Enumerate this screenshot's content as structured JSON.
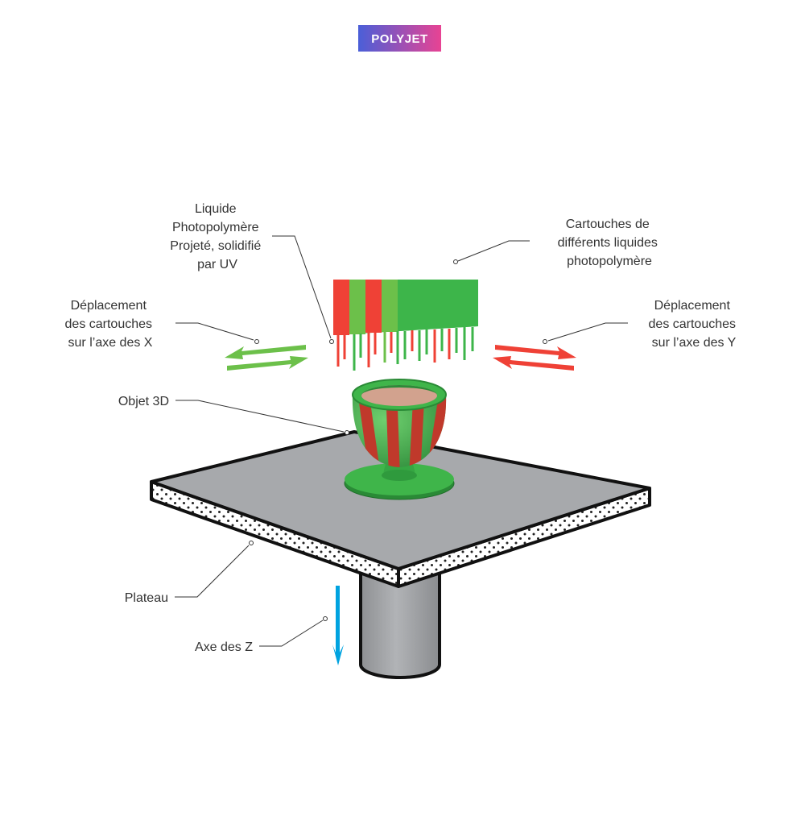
{
  "badge": {
    "text": "POLYJET"
  },
  "labels": {
    "liquid": {
      "lines": [
        "Liquide",
        "Photopolymère",
        "Projeté, solidifié",
        "par UV"
      ]
    },
    "cartridges": {
      "lines": [
        "Cartouches de",
        "différents liquides",
        "photopolymère"
      ]
    },
    "x_move": {
      "lines": [
        "Déplacement",
        "des cartouches",
        "sur l’axe des X"
      ]
    },
    "y_move": {
      "lines": [
        "Déplacement",
        "des cartouches",
        "sur l’axe des Y"
      ]
    },
    "object": {
      "lines": [
        "Objet 3D"
      ]
    },
    "plateau": {
      "lines": [
        "Plateau"
      ]
    },
    "z_axis": {
      "lines": [
        "Axe des Z"
      ]
    }
  },
  "colors": {
    "green": "#3db54a",
    "light_green": "#6cc04a",
    "red": "#ef4136",
    "cup_red": "#c0392b",
    "blue": "#00a3e0",
    "plate_gray": "#a7a9ac",
    "badge_gradient": [
      "#4a5fd8",
      "#e84393"
    ]
  }
}
